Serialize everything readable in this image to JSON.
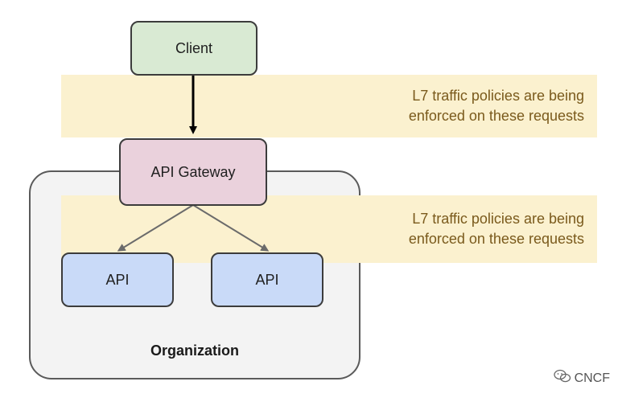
{
  "nodes": {
    "client": "Client",
    "gateway": "API Gateway",
    "api_left": "API",
    "api_right": "API"
  },
  "container": {
    "label": "Organization"
  },
  "bands": [
    {
      "text": "L7 traffic policies are being\nenforced on these requests"
    },
    {
      "text": "L7 traffic policies are being\nenforced on these requests"
    }
  ],
  "watermark": {
    "text": "CNCF",
    "icon": "wechat-icon"
  },
  "colors": {
    "client_fill": "#d9ead3",
    "gateway_fill": "#ead1dc",
    "api_fill": "#c9daf8",
    "band_fill": "#fbf1cf",
    "band_text": "#7a5a1c",
    "org_fill": "#f3f3f3"
  }
}
